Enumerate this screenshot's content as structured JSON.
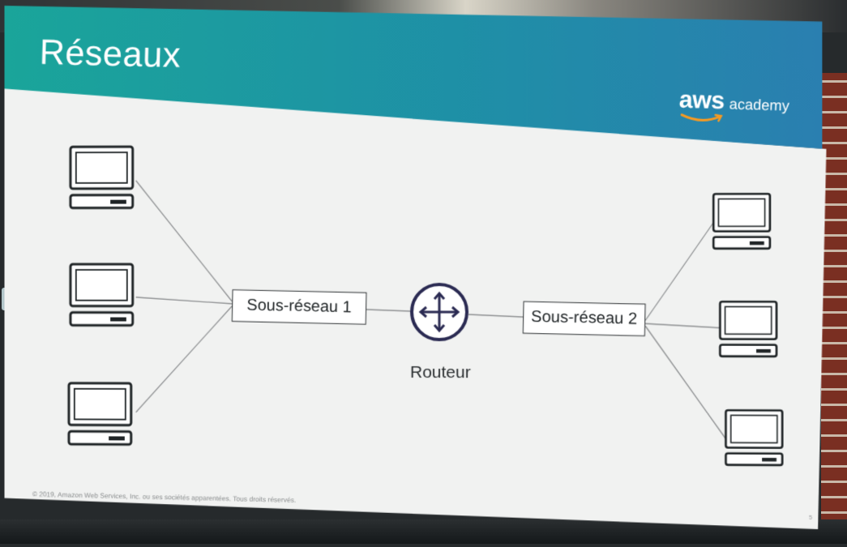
{
  "slide": {
    "title": "Réseaux",
    "brand": {
      "aws": "aws",
      "academy": "academy",
      "smile_color": "#f59a23"
    },
    "footer": "© 2019, Amazon Web Services, Inc. ou ses sociétés apparentées. Tous droits réservés.",
    "page_number": "5"
  },
  "diagram": {
    "subnet_1_label": "Sous-réseau 1",
    "subnet_2_label": "Sous-réseau 2",
    "router_label": "Routeur",
    "subnet_1_computer_count": 3,
    "subnet_2_computer_count": 3,
    "icons": [
      "computer-icon",
      "router-icon"
    ]
  },
  "colors": {
    "header_teal": "#1aa59a",
    "header_blue": "#2a7fb0",
    "slide_background": "#f1f2f1",
    "line_color": "#8e9092",
    "icon_stroke": "#1f2426",
    "router_fill": "#ffffff"
  }
}
